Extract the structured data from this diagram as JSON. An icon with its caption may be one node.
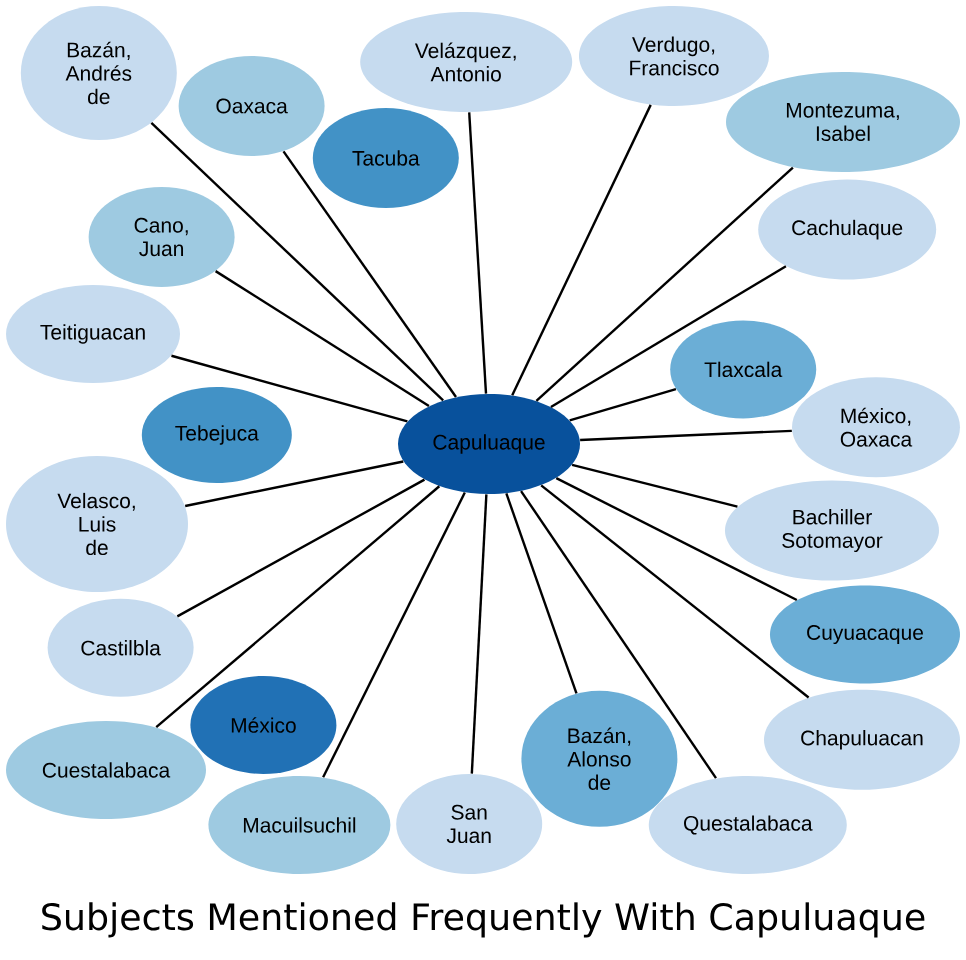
{
  "diagram": {
    "title": "Subjects Mentioned Frequently With Capuluaque",
    "nodes": [
      {
        "text": [
          "Velázquez, Antonio"
        ]
      },
      {
        "text": [
          "Verdugo, Francisco"
        ]
      },
      {
        "text": [
          "Bazán, Andrés de"
        ]
      },
      {
        "text": [
          "Oaxaca"
        ]
      },
      {
        "text": [
          "Montezuma, Isabel"
        ]
      },
      {
        "text": [
          "Cachulaque"
        ]
      },
      {
        "text": [
          "Cano, Juan"
        ]
      },
      {
        "text": [
          "Tacuba"
        ]
      },
      {
        "text": [
          "Teitiguacan"
        ]
      },
      {
        "text": [
          "Tlaxcala"
        ]
      },
      {
        "text": [
          "México, Oaxaca"
        ]
      },
      {
        "text": [
          "Tebejuca"
        ]
      },
      {
        "text": [
          "Capuluaque"
        ]
      },
      {
        "text": [
          "Velasco, Luis de"
        ]
      },
      {
        "text": [
          "México"
        ]
      },
      {
        "text": [
          "Cuyuacaque"
        ]
      },
      {
        "text": [
          "Bachiller Sotomayor"
        ]
      },
      {
        "text": [
          "Castilbla"
        ]
      },
      {
        "text": [
          "Cuestalabaca"
        ]
      },
      {
        "text": [
          "Bazán, Alonso de"
        ]
      },
      {
        "text": [
          "Chapuluacan"
        ]
      },
      {
        "text": [
          "Macuilsuchil"
        ]
      },
      {
        "text": [
          "Questalabaca"
        ]
      },
      {
        "text": [
          "San Juan"
        ]
      }
    ],
    "edges": [
      {
        "from": 12,
        "to": 0,
        "arrow": "none"
      },
      {
        "from": 12,
        "to": 1,
        "arrow": "none"
      },
      {
        "from": 12,
        "to": 2,
        "arrow": "none"
      },
      {
        "from": 12,
        "to": 3,
        "arrow": "none"
      },
      {
        "from": 12,
        "to": 4,
        "arrow": "none"
      },
      {
        "from": 12,
        "to": 5,
        "arrow": "none"
      },
      {
        "from": 12,
        "to": 6,
        "arrow": "none"
      },
      {
        "from": 12,
        "to": 8,
        "arrow": "none"
      },
      {
        "from": 12,
        "to": 9,
        "arrow": "none"
      },
      {
        "from": 12,
        "to": 10,
        "arrow": "none"
      },
      {
        "from": 12,
        "to": 13,
        "arrow": "none"
      },
      {
        "from": 12,
        "to": 15,
        "arrow": "none"
      },
      {
        "from": 12,
        "to": 16,
        "arrow": "none"
      },
      {
        "from": 12,
        "to": 17,
        "arrow": "none"
      },
      {
        "from": 12,
        "to": 18,
        "arrow": "none"
      },
      {
        "from": 12,
        "to": 19,
        "arrow": "none"
      },
      {
        "from": 12,
        "to": 20,
        "arrow": "none"
      },
      {
        "from": 12,
        "to": 21,
        "arrow": "none"
      },
      {
        "from": 12,
        "to": 22,
        "arrow": "none"
      },
      {
        "from": 12,
        "to": 23,
        "arrow": "none"
      }
    ]
  }
}
